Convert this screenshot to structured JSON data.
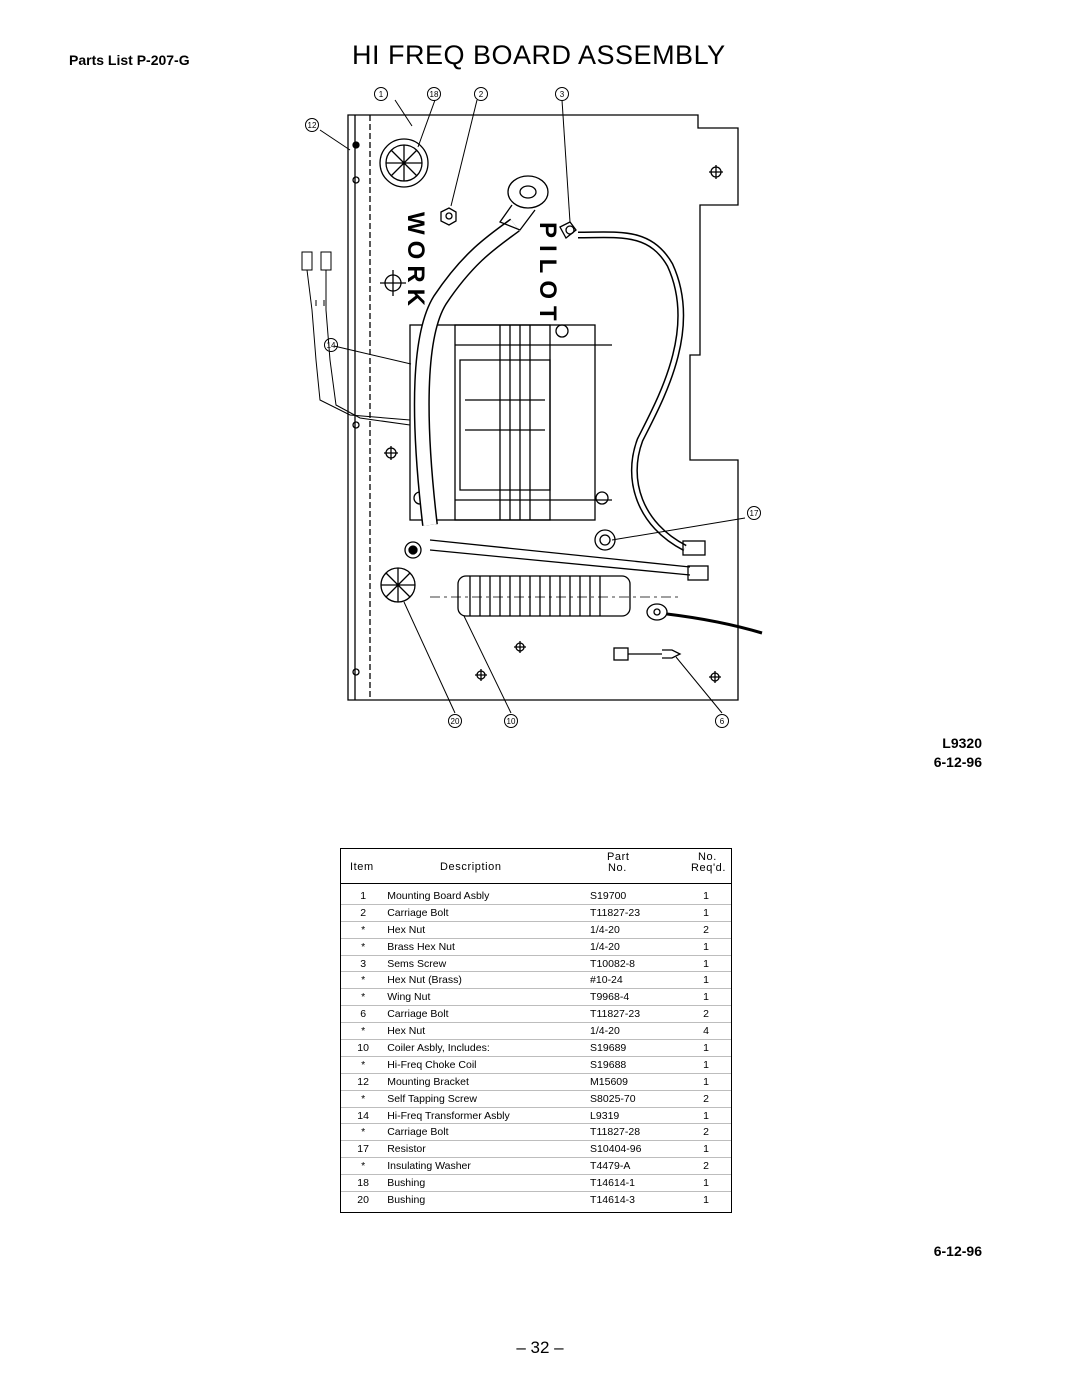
{
  "header": {
    "title": "HI FREQ BOARD ASSEMBLY",
    "parts_list": "Parts List P-207-G"
  },
  "drawing": {
    "callouts": [
      "1",
      "18",
      "2",
      "3",
      "12",
      "14",
      "17",
      "20",
      "10",
      "6"
    ],
    "label_work": "WORK",
    "label_pilot": "PILOT",
    "drawing_id": "L9320",
    "drawing_date": "6-12-96"
  },
  "table": {
    "headers": {
      "item": "Item",
      "description": "Description",
      "part_top": "Part",
      "part_bottom": "No.",
      "qty_top": "No.",
      "qty_bottom": "Req'd."
    },
    "rows": [
      {
        "item": "1",
        "description": "Mounting Board Asbly",
        "part": "S19700",
        "qty": "1"
      },
      {
        "item": "2",
        "description": "Carriage Bolt",
        "part": "T11827-23",
        "qty": "1"
      },
      {
        "item": "*",
        "description": "Hex Nut",
        "part": "1/4-20",
        "qty": "2"
      },
      {
        "item": "*",
        "description": "Brass Hex Nut",
        "part": "1/4-20",
        "qty": "1"
      },
      {
        "item": "3",
        "description": "Sems Screw",
        "part": "T10082-8",
        "qty": "1"
      },
      {
        "item": "*",
        "description": "Hex Nut (Brass)",
        "part": "#10-24",
        "qty": "1"
      },
      {
        "item": "*",
        "description": "Wing Nut",
        "part": "T9968-4",
        "qty": "1"
      },
      {
        "item": "6",
        "description": "Carriage Bolt",
        "part": "T11827-23",
        "qty": "2"
      },
      {
        "item": "*",
        "description": "Hex Nut",
        "part": "1/4-20",
        "qty": "4"
      },
      {
        "item": "10",
        "description": "Coiler Asbly, Includes:",
        "part": "S19689",
        "qty": "1"
      },
      {
        "item": "*",
        "description": "Hi-Freq Choke Coil",
        "part": "S19688",
        "qty": "1"
      },
      {
        "item": "12",
        "description": "Mounting Bracket",
        "part": "M15609",
        "qty": "1"
      },
      {
        "item": "*",
        "description": "Self Tapping Screw",
        "part": "S8025-70",
        "qty": "2"
      },
      {
        "item": "14",
        "description": "Hi-Freq Transformer Asbly",
        "part": "L9319",
        "qty": "1"
      },
      {
        "item": "*",
        "description": "Carriage Bolt",
        "part": "T11827-28",
        "qty": "2"
      },
      {
        "item": "17",
        "description": "Resistor",
        "part": "S10404-96",
        "qty": "1"
      },
      {
        "item": "*",
        "description": "Insulating Washer",
        "part": "T4479-A",
        "qty": "2"
      },
      {
        "item": "18",
        "description": "Bushing",
        "part": "T14614-1",
        "qty": "1"
      },
      {
        "item": "20",
        "description": "Bushing",
        "part": "T14614-3",
        "qty": "1"
      }
    ]
  },
  "footer": {
    "date": "6-12-96",
    "page": "– 32 –"
  }
}
